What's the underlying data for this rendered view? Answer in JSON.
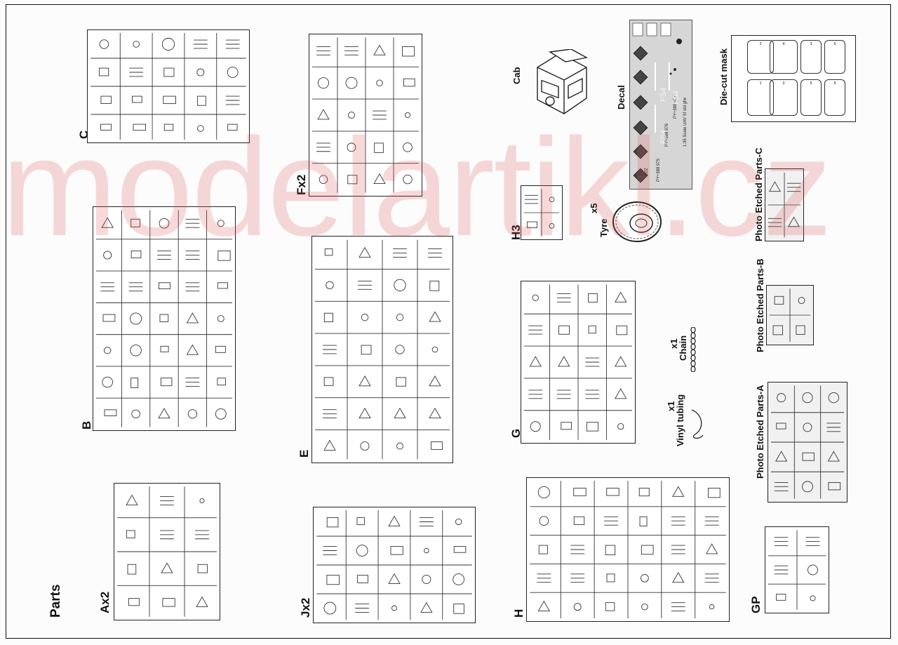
{
  "watermark": "modelartikl.cz",
  "sheet_title": "Parts",
  "sprues": {
    "C": "C",
    "Fx2": "Fx2",
    "B": "B",
    "E": "E",
    "G": "G",
    "H3": "H3",
    "Ax2": "Ax2",
    "Jx2": "Jx2",
    "H": "H",
    "GP": "GP"
  },
  "components": {
    "cab": "Cab",
    "decal": "Decal",
    "die_cut_mask": "Die-cut mask",
    "tyre_qty": "x5",
    "tyre": "Tyre",
    "chain_qty": "x1",
    "chain": "Chain",
    "vinyl_qty": "x1",
    "vinyl": "Vinyl tubing",
    "pe_c": "Photo Etched Parts-C",
    "pe_b": "Photo Etched Parts-B",
    "pe_a": "Photo Etched Parts-A"
  },
  "decal_sheet": {
    "plates": [
      "PY÷388 975",
      "PY÷388 976",
      "PY÷388 977"
    ],
    "codes": [
      "FS4",
      "FS4",
      "FS4"
    ],
    "scale_note": "1:35 Scale UAV Sf std gfw",
    "left_badges": [
      "10",
      "202"
    ]
  },
  "mask_numbers": [
    "2",
    "4",
    "3",
    "6",
    "1",
    "3",
    "5",
    "5"
  ],
  "colors": {
    "watermark": "#e15050",
    "ink": "#111111",
    "decal_bg": "#d6d6d6"
  }
}
